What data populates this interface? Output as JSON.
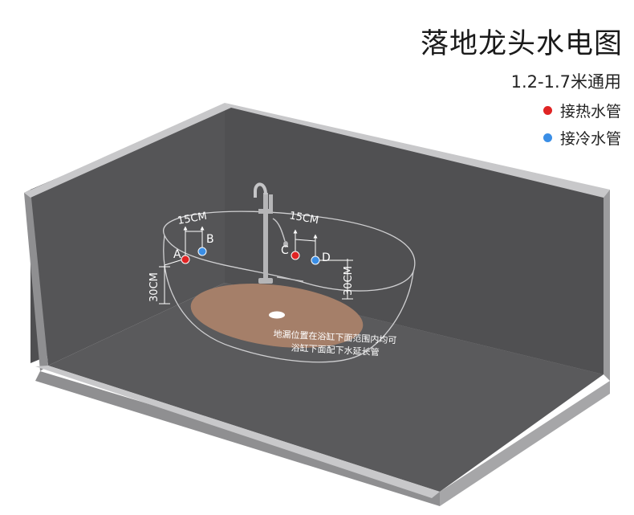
{
  "title": "落地龙头水电图",
  "subtitle": "1.2-1.7米通用",
  "legend": {
    "hot": {
      "label": "接热水管",
      "color": "#e02424"
    },
    "cold": {
      "label": "接冷水管",
      "color": "#3a8ee6"
    }
  },
  "dimensions": {
    "left_spacing": "15CM",
    "right_spacing": "15CM",
    "left_height": "30CM",
    "right_height": "30CM"
  },
  "points": {
    "a": {
      "label": "A",
      "kind": "hot"
    },
    "b": {
      "label": "B",
      "kind": "cold"
    },
    "c": {
      "label": "C",
      "kind": "hot"
    },
    "d": {
      "label": "D",
      "kind": "cold"
    }
  },
  "note": {
    "line1": "地漏位置在浴缸下面范围内均可",
    "line2": "浴缸下面配下水延长管"
  },
  "colors": {
    "wall": "#545456",
    "floor": "#58585a",
    "rim": "#c9c9cb",
    "drain_area": "#a57f69"
  },
  "icons": {
    "faucet": "floor-standing-faucet-icon",
    "drain": "floor-drain-icon"
  }
}
